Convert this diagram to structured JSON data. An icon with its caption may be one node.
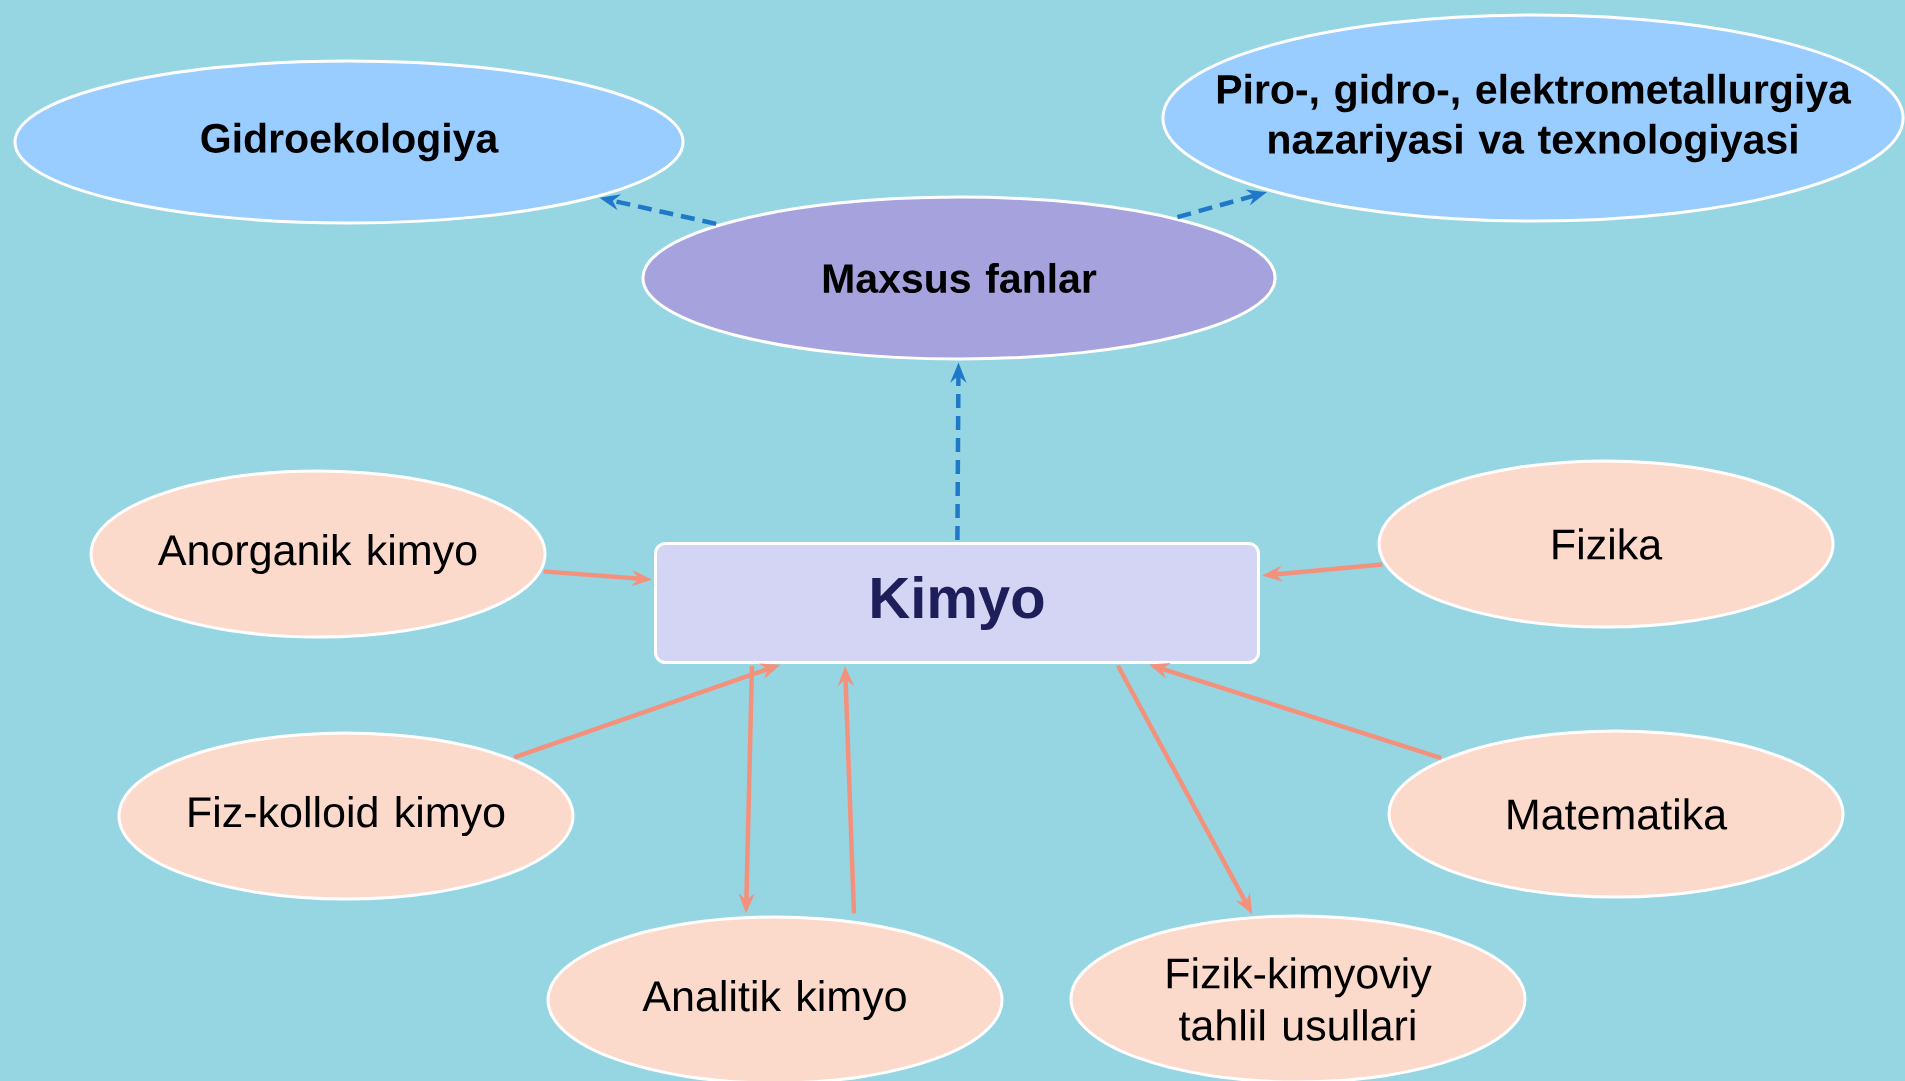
{
  "diagram": {
    "nodes": [
      {
        "text": [
          "Gidroekologiya"
        ]
      },
      {
        "text": [
          "Piro-, gidro-, elektrometallurgiya nazariyasi va texnologiyasi"
        ]
      },
      {
        "text": [
          "Maxsus fanlar"
        ]
      },
      {
        "text": [
          "Kimyo"
        ]
      },
      {
        "text": [
          "Anorganik kimyo"
        ]
      },
      {
        "text": [
          "Fizika"
        ]
      },
      {
        "text": [
          "Fiz-kolloid kimyo"
        ]
      },
      {
        "text": [
          "Matematika"
        ]
      },
      {
        "text": [
          "Analitik kimyo"
        ]
      },
      {
        "text": [
          "Fizik-kimyoviy tahlil usullari"
        ]
      }
    ],
    "edges": [
      {
        "from": 2,
        "to": 0,
        "arrow": "to",
        "style": "dashed",
        "color": "#1f78c8"
      },
      {
        "from": 2,
        "to": 1,
        "arrow": "to",
        "style": "dashed",
        "color": "#1f78c8"
      },
      {
        "from": 3,
        "to": 2,
        "arrow": "to",
        "style": "dashed",
        "color": "#1f78c8"
      },
      {
        "from": 4,
        "to": 3,
        "arrow": "to"
      },
      {
        "from": 5,
        "to": 3,
        "arrow": "to"
      },
      {
        "from": 6,
        "to": 3,
        "arrow": "to"
      },
      {
        "from": 7,
        "to": 3,
        "arrow": "to"
      },
      {
        "from": 3,
        "to": 8,
        "arrow": "to"
      },
      {
        "from": 8,
        "to": 3,
        "arrow": "to"
      },
      {
        "from": 3,
        "to": 9,
        "arrow": "to"
      }
    ]
  }
}
